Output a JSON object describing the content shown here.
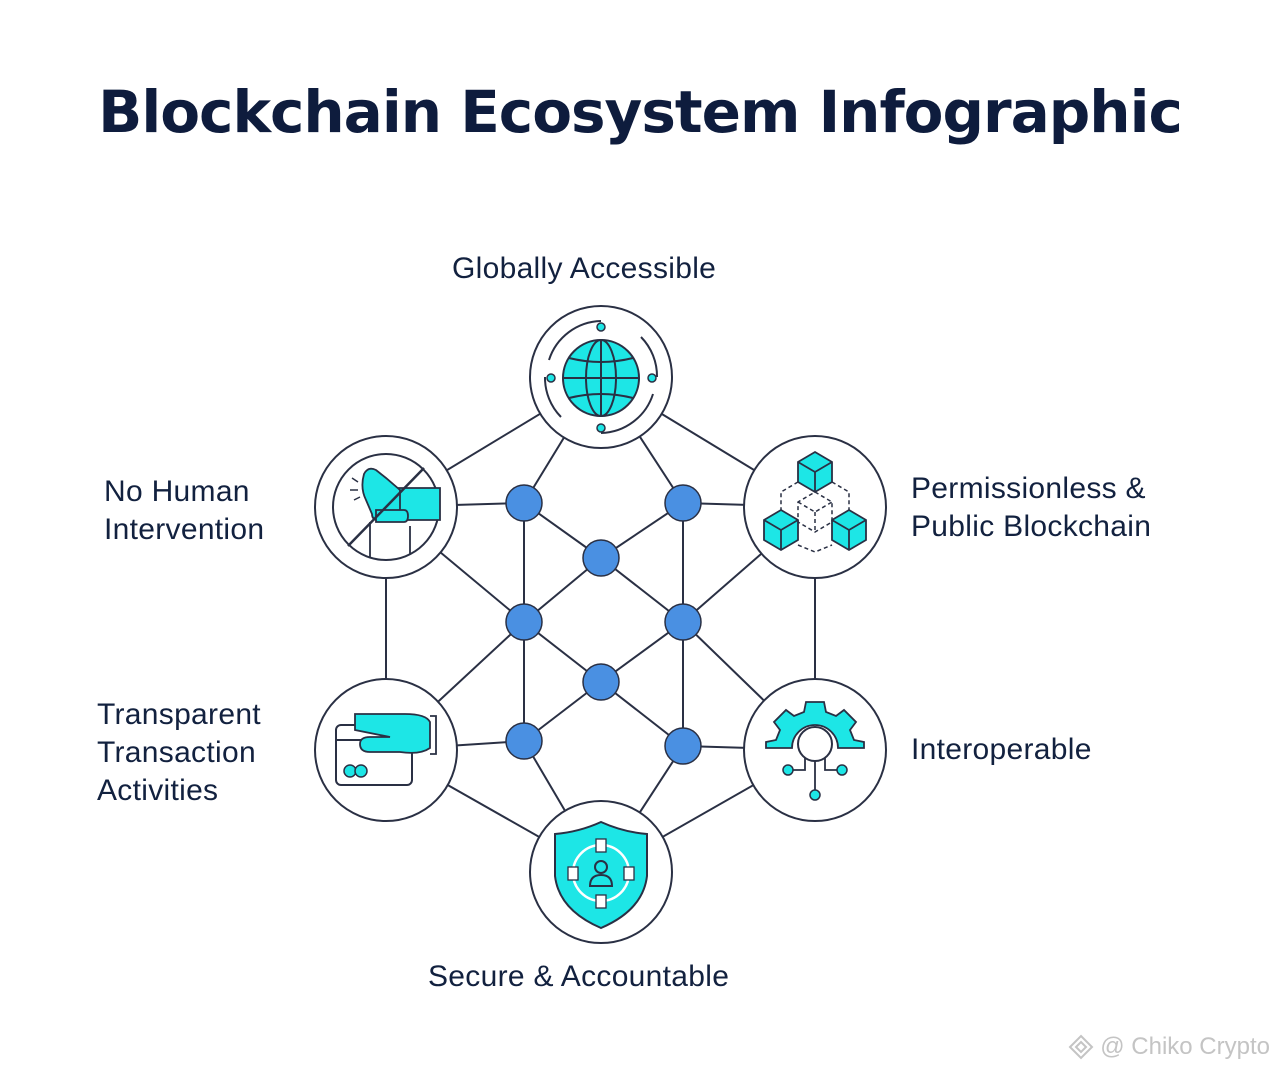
{
  "title": "Blockchain Ecosystem Infographic",
  "nodes": {
    "globally_accessible": {
      "label": [
        "Globally Accessible"
      ],
      "icon": "globe-icon"
    },
    "permissionless": {
      "label": [
        "Permissionless &",
        "Public Blockchain"
      ],
      "icon": "cubes-network-icon"
    },
    "interoperable": {
      "label": [
        "Interoperable"
      ],
      "icon": "gear-circuit-icon"
    },
    "secure": {
      "label": [
        "Secure & Accountable"
      ],
      "icon": "shield-user-icon"
    },
    "transparent": {
      "label": [
        "Transparent",
        "Transaction",
        "Activities"
      ],
      "icon": "hand-card-icon"
    },
    "no_human": {
      "label": [
        "No Human",
        "Intervention"
      ],
      "icon": "no-hand-icon"
    }
  },
  "watermark": "@ Chiko Crypto",
  "colors": {
    "accent": "#1de6e6",
    "node": "#4a90e2",
    "line": "#2a3044",
    "text": "#12213f"
  }
}
